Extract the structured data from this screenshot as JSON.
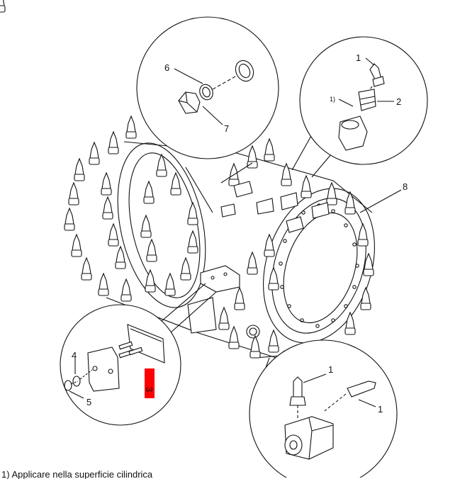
{
  "callouts": {
    "c1_top": "1",
    "c1_sup": "1)",
    "c2": "2",
    "c3": "3",
    "c4": "4",
    "c5": "5",
    "c6": "6",
    "c7": "7",
    "c8": "8",
    "c1_bottom_a": "1",
    "c1_bottom_b": "1"
  },
  "highlight_color": "#ff0000",
  "footnote": "1) Applicare nella superficie cilindrica"
}
